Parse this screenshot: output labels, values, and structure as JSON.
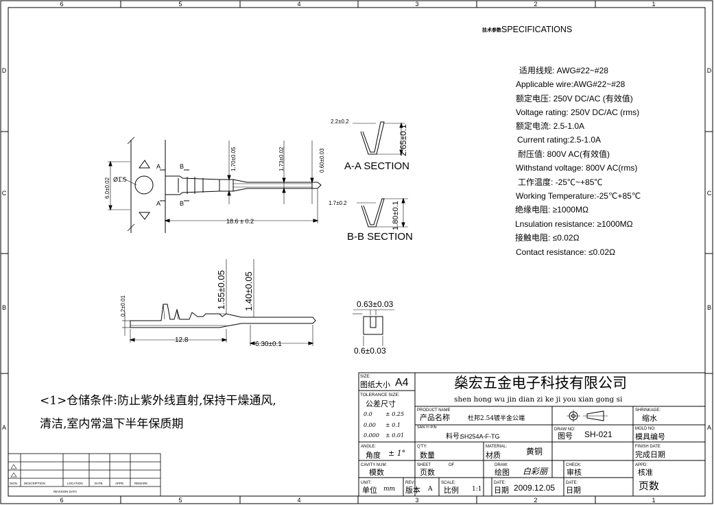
{
  "border": {
    "cols_top": [
      "6",
      "5",
      "4",
      "3",
      "2",
      "1"
    ],
    "cols_bottom": [
      "6",
      "5",
      "4",
      "3",
      "2",
      "1"
    ],
    "rows_left": [
      "D",
      "C",
      "B",
      "A"
    ],
    "rows_right": [
      "D",
      "C",
      "B",
      "A"
    ]
  },
  "specs": {
    "heading_cn": "技术参数",
    "heading_en": "SPECIFICATIONS",
    "lines": [
      "适用线规: AWG#22~#28",
      "Applicable wire:AWG#22~#28",
      "额定电压: 250V DC/AC (有效值)",
      "Voltage rating: 250V DC/AC (rms)",
      "额定电流: 2.5-1.0A",
      "Current rating:2.5-1.0A",
      "耐压值: 800V AC(有效值)",
      "Withstand voltage: 800V AC(rms)",
      "工作温度: -25℃~+85℃",
      "Working Temperature:-25℃+85℃",
      "绝缘电阻: ≥1000MΩ",
      "Lnsulation resistance: ≥1000MΩ",
      "接触电阻: ≤0.02Ω",
      "Contact resistance: ≤0.02Ω"
    ]
  },
  "drawing": {
    "section_aa": "A-A SECTION",
    "section_bb": "B-B SECTION",
    "dim_aa_width": "2.2±0.2",
    "dim_aa_height": "2.65±0.1",
    "dim_bb_width": "1.7±0.2",
    "dim_bb_height": "1.80±0.1",
    "dim_overall_len": "18.6 ± 0.2",
    "dim_height_6": "6.0±0.02",
    "dim_hole": "Ø1.5",
    "dim_170": "1.70±0.05",
    "dim_173": "1.73±0.02",
    "dim_060": "0.60±0.03",
    "dim_155": "1.55±0.05",
    "dim_140": "1.40±0.05",
    "dim_02": "0.2±0.01",
    "dim_128": "12.8",
    "dim_630": "6.30±0.1",
    "dim_063": "0.63±0.03",
    "dim_06": "0.6±0.03",
    "label_a": "A",
    "label_b": "B"
  },
  "note": {
    "line1": "<1>仓储条件:防止紫外线直射,保持干燥通风,",
    "line2": "清洁,室内常温下半年保质期"
  },
  "revision": {
    "col_sign": "SIGN",
    "col_desc": "DESCRIPTION",
    "col_loc": "LOCATION",
    "col_date": "DATE",
    "col_appd": "APPD",
    "col_remark": "REMARK",
    "footer": "REVISION DATA"
  },
  "title_block": {
    "size_label": "SIZE:",
    "size_cn": "图纸大小",
    "size_value": "A4",
    "company_cn": "燊宏五金电子科技有限公司",
    "company_pinyin": "shen hong wu jin dian zi ke ji you xian gong si",
    "tol_label": "TOLERANCE SIZE:",
    "tol_cn": "公差尺寸",
    "tol_rows": [
      [
        "0.0",
        "± 0.25"
      ],
      [
        "0.00",
        "± 0.1"
      ],
      [
        "0.000",
        "± 0.01"
      ]
    ],
    "product_label": "PRODUCT NAME",
    "product_cn": "产品名称",
    "product_value": "杜邦2.54镀半金公端",
    "shrinkage_label": "SHRINKAGE:",
    "shrinkage_cn": "缩水",
    "sanyi_label": "SAN YI P/N",
    "part_cn": "料号:",
    "part_value": "SH254A-F-TG",
    "draw_no_label": "DRAW NO:",
    "draw_no_cn": "图号",
    "draw_no_value": "SH-021",
    "mold_label": "MOLD NO:",
    "mold_cn": "模具编号",
    "angle_label": "ANGLE:",
    "angle_cn": "角度",
    "angle_value": "± 1°",
    "qty_label": "Q'TY:",
    "qty_cn": "数量",
    "material_label": "MATERIAL:",
    "material_cn": "材质",
    "material_value": "黄铜",
    "finish_label": "FINISH DATE",
    "finish_cn": "完成日期",
    "cavity_label": "CAVITY NUM:",
    "cavity_cn": "模数",
    "sheet_label": "SHEET",
    "of_label": "OF",
    "sheet_cn": "页数",
    "draw_label": "DRAW:",
    "draw_cn": "绘图",
    "draw_value": "白彩丽",
    "check_label": "CHECK:",
    "check_cn": "审核",
    "appd_label": "APPD:",
    "appd_cn": "核准",
    "unit_label": "UNIT:",
    "unit_cn": "单位",
    "unit_value": "mm",
    "rev_label": "REV:",
    "rev_cn": "版本",
    "rev_value": "A",
    "scale_label": "SCALE:",
    "scale_cn": "比例",
    "scale_value": "1:1",
    "date_label": "DATE:",
    "date_cn": "日期",
    "date_value": "2009.12.05",
    "date2_label": "DATE:",
    "date2_cn": "日期",
    "pages_cn": "页数"
  }
}
